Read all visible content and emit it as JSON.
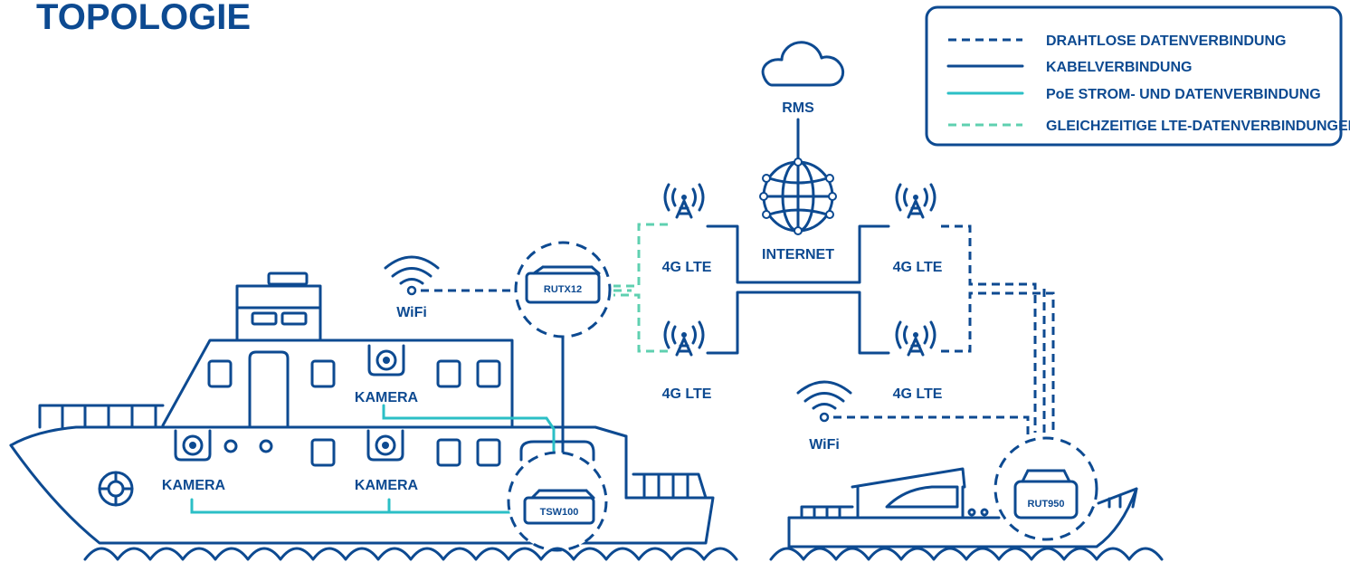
{
  "title": "TOPOLOGIE",
  "legend": {
    "items": [
      {
        "label": "DRAHTLOSE DATENVERBINDUNG",
        "style": "dashed",
        "color": "#0d4a91"
      },
      {
        "label": "KABELVERBINDUNG",
        "style": "solid",
        "color": "#0d4a91"
      },
      {
        "label": "PoE STROM- UND DATENVERBINDUNG",
        "style": "solid",
        "color": "#2bbfc6"
      },
      {
        "label": "GLEICHZEITIGE LTE-DATENVERBINDUNGEN",
        "style": "dashed",
        "color": "#5fd0b0"
      }
    ]
  },
  "nodes": {
    "rms": "RMS",
    "internet": "INTERNET",
    "tower_label": "4G LTE",
    "wifi_label": "WiFi",
    "camera_label": "KAMERA",
    "rutx12": "RUTX12",
    "tsw100": "TSW100",
    "rut950": "RUT950"
  },
  "colors": {
    "primary": "#0d4a91",
    "poe": "#2bbfc6",
    "lte": "#5fd0b0"
  }
}
